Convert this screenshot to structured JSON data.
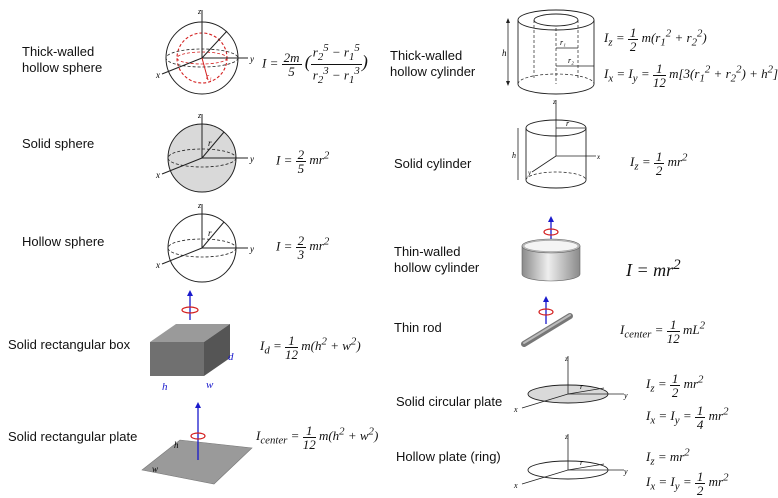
{
  "left": [
    {
      "label": "Thick-walled\nhollow sphere",
      "formula": "I = 2m/5 ((r₂⁵ − r₁⁵)/(r₂³ − r₁³))"
    },
    {
      "label": "Solid sphere",
      "formula": "I = 2/5 mr²"
    },
    {
      "label": "Hollow sphere",
      "formula": "I = 2/3 mr²"
    },
    {
      "label": "Solid rectangular box",
      "formula": "I_d = 1/12 m(h² + w²)"
    },
    {
      "label": "Solid rectangular plate",
      "formula": "I_center = 1/12 m(h² + w²)"
    }
  ],
  "right": [
    {
      "label": "Thick-walled\nhollow cylinder",
      "formula": "I_z = 1/2 m(r₁² + r₂²); I_x = I_y = 1/12 m[3(r₁² + r₂²) + h²]"
    },
    {
      "label": "Solid cylinder",
      "formula": "I_z = 1/2 mr²"
    },
    {
      "label": "Thin-walled\nhollow cylinder",
      "formula": "I = mr²"
    },
    {
      "label": "Thin rod",
      "formula": "I_center = 1/12 mL²"
    },
    {
      "label": "Solid circular plate",
      "formula": "I_z = 1/2 mr²; I_x = I_y = 1/4 mr²"
    },
    {
      "label": "Hollow plate (ring)",
      "formula": "I_z = mr²; I_x = I_y = 1/2 mr²"
    }
  ],
  "diagram_text": {
    "axis_x": "x",
    "axis_y": "y",
    "axis_z": "z",
    "r": "r",
    "r1": "r₁",
    "r2": "r₂",
    "h": "h",
    "w": "w",
    "d": "d"
  },
  "colors": {
    "axis_blue": "#1a1acc",
    "rotation_red": "#d42020",
    "fill_gray": "#d9d9d9",
    "box_dark": "#707070"
  }
}
